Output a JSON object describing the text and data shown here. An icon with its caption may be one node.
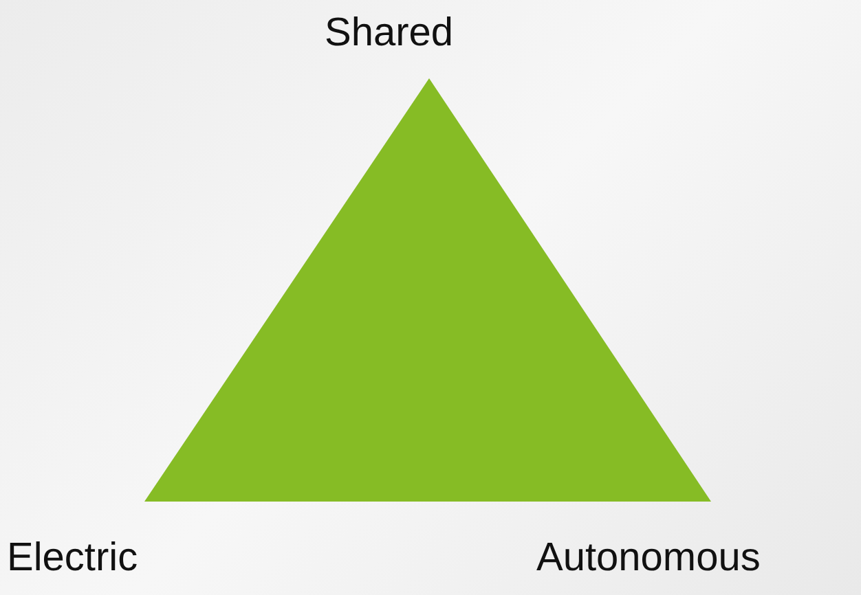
{
  "diagram": {
    "labels": [
      "Shared",
      "Electric",
      "Autonomous"
    ]
  }
}
